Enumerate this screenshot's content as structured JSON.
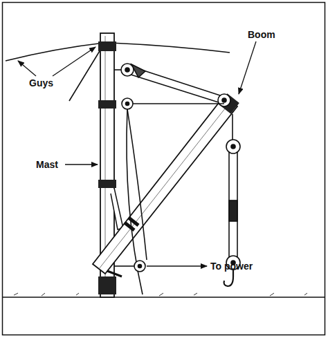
{
  "diagram": {
    "labels": [
      "Guys",
      "Mast",
      "Boom",
      "To power"
    ]
  }
}
